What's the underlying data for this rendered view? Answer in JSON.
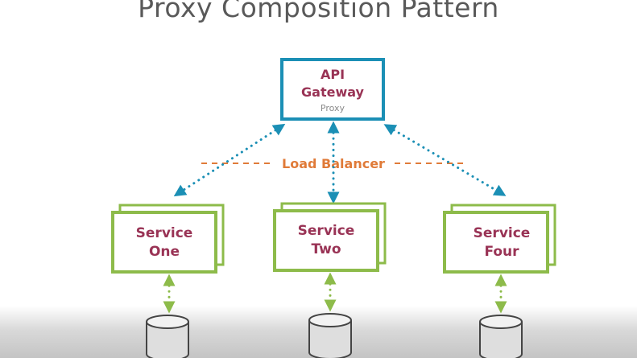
{
  "title": "Proxy Composition Pattern",
  "gateway": {
    "line1": "API",
    "line2": "Gateway",
    "sub": "Proxy"
  },
  "load_balancer": "Load Balancer",
  "services": [
    {
      "line1": "Service",
      "line2": "One"
    },
    {
      "line1": "Service",
      "line2": "Two"
    },
    {
      "line1": "Service",
      "line2": "Four"
    }
  ],
  "colors": {
    "gateway_border": "#1b8fb5",
    "service_border": "#8dbb4a",
    "arrow_blue": "#1b8fb5",
    "arrow_green": "#8dbb4a",
    "label_text": "#993355",
    "load_balancer": "#e07b39"
  },
  "icons": {
    "database": "database-icon",
    "arrow": "dotted-double-arrow"
  }
}
